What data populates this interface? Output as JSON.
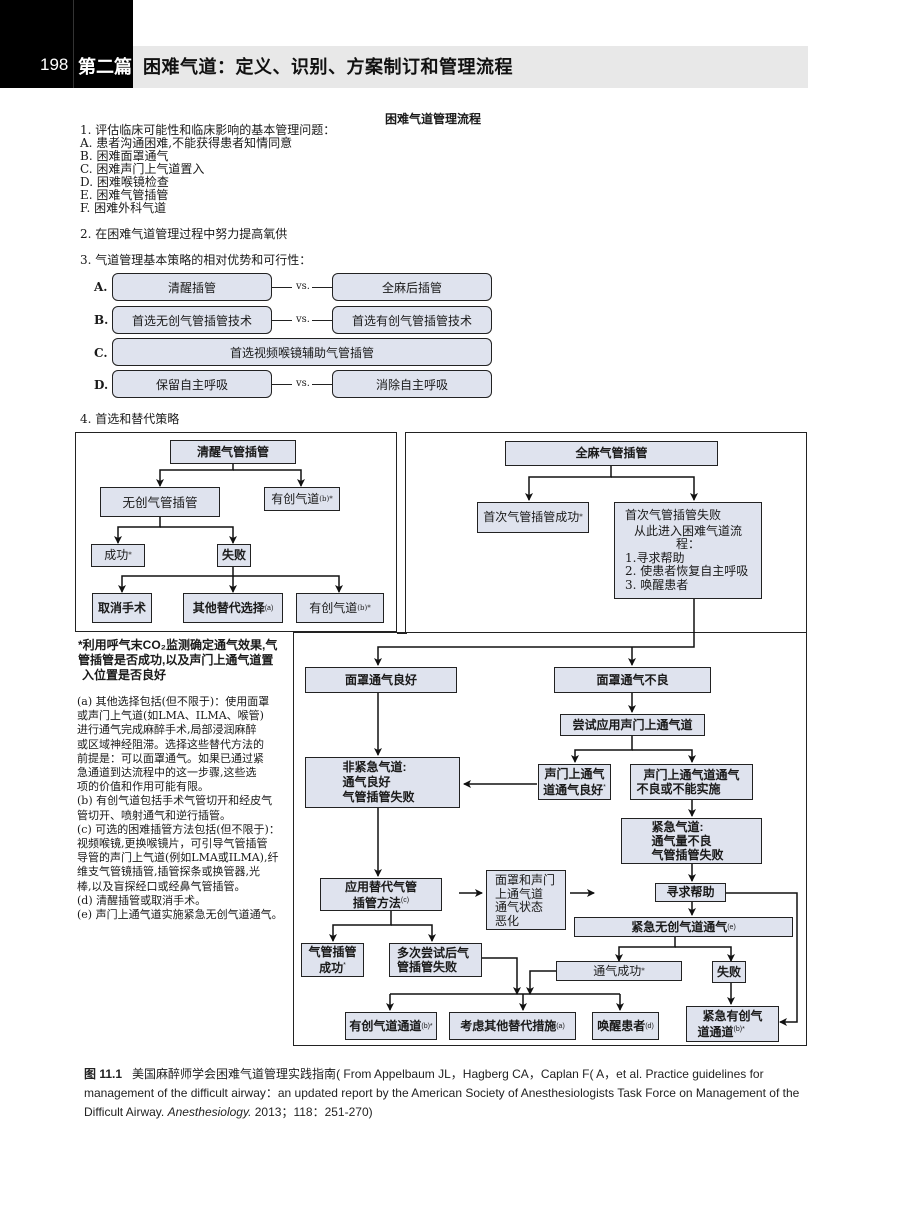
{
  "header": {
    "page_number": "198",
    "part": "第二篇",
    "chapter_title": "困难气道：定义、识别、方案制订和管理流程"
  },
  "diagram": {
    "title": "困难气道管理流程",
    "section1": {
      "heading": "1. 评估临床可能性和临床影响的基本管理问题：",
      "items": [
        "A. 患者沟通困难,不能获得患者知情同意",
        "B. 困难面罩通气",
        "C. 困难声门上气道置入",
        "D. 困难喉镜检查",
        "E. 困难气管插管",
        "F. 困难外科气道"
      ]
    },
    "section2": {
      "heading": "2. 在困难气道管理过程中努力提高氧供"
    },
    "section3": {
      "heading": "3. 气道管理基本策略的相对优势和可行性：",
      "vs_label": "vs.",
      "rows": [
        {
          "letter": "A.",
          "left": "清醒插管",
          "right": "全麻后插管"
        },
        {
          "letter": "B.",
          "left": "首选无创气管插管技术",
          "right": "首选有创气管插管技术"
        },
        {
          "letter": "C.",
          "single": "首选视频喉镜辅助气管插管"
        },
        {
          "letter": "D.",
          "left": "保留自主呼吸",
          "right": "消除自主呼吸"
        }
      ]
    },
    "section4": {
      "heading": "4. 首选和替代策略"
    },
    "awake": {
      "root": "清醒气管插管",
      "noninvasive": "无创气管插管",
      "invasive_top": "有创气道",
      "invasive_top_sup": "(b)*",
      "success": "成功",
      "success_sup": "*",
      "fail": "失败",
      "cancel": "取消手术",
      "other": "其他替代选择",
      "other_sup": "(a)",
      "invasive_bottom": "有创气道",
      "invasive_bottom_sup": "(b)*"
    },
    "notes": {
      "star_note_lines": [
        "*利用呼气末CO₂监测确定通气效果,气",
        "管插管是否成功,以及声门上通气道置",
        "入位置是否良好"
      ],
      "lines": [
        "(a) 其他选择包括(但不限于)：使用面罩",
        "或声门上气道(如LMA、ILMA、喉管)",
        "进行通气完成麻醉手术,局部浸润麻醉",
        "或区域神经阻滞。选择这些替代方法的",
        "前提是：可以面罩通气。如果已通过紧",
        "急通道到达流程中的这一步骤,这些选",
        "项的价值和作用可能有限。",
        "(b) 有创气道包括手术气管切开和经皮气",
        "管切开、喷射通气和逆行插管。",
        "(c) 可选的困难插管方法包括(但不限于)：",
        "视频喉镜,更换喉镜片，可引导气管插管",
        "导管的声门上气道(例如LMA或ILMA),纤",
        "维支气管镜插管,插管探条或换管器,光",
        "棒,以及盲探经口或经鼻气管插管。",
        "(d) 清醒插管或取消手术。",
        "(e) 声门上通气道实施紧急无创气道通气。"
      ]
    },
    "ga": {
      "root": "全麻气管插管",
      "first_success": "首次气管插管成功",
      "first_success_sup": "*",
      "first_fail_lines": [
        "首次气管插管失败",
        "",
        "从此进入困难气道流程：",
        "1.寻求帮助",
        "2. 使患者恢复自主呼吸",
        "3. 唤醒患者"
      ],
      "mask_good": "面罩通气良好",
      "mask_poor": "面罩通气不良",
      "try_sga": "尝试应用声门上通气道",
      "sga_good_lines": [
        "声门上通气",
        "道通气良好"
      ],
      "sga_good_sup": "*",
      "sga_poor_lines": [
        "声门上通气道通气",
        "不良或不能实施"
      ],
      "nonemergency_lines": [
        "非紧急气道:",
        "通气良好",
        "气管插管失败"
      ],
      "emergency_lines": [
        "紧急气道:",
        "通气量不良",
        "气管插管失败"
      ],
      "alt_intubation_lines": [
        "应用替代气管",
        "插管方法"
      ],
      "alt_intubation_sup": "(c)",
      "deteriorate_lines": [
        "面罩和声门",
        "上通气道",
        "通气状态",
        "恶化"
      ],
      "call_help": "寻求帮助",
      "emergency_noninvasive": "紧急无创气道通气",
      "emergency_noninvasive_sup": "(e)",
      "intubation_success_lines": [
        "气管插管",
        "成功"
      ],
      "intubation_success_sup": "*",
      "multi_fail_lines": [
        "多次尝试后气",
        "管插管失败"
      ],
      "vent_success": "通气成功",
      "vent_success_sup": "*",
      "fail": "失败",
      "invasive_access": "有创气道通道",
      "invasive_access_sup": "(b)*",
      "consider_other": "考虑其他替代措施",
      "consider_other_sup": "(a)",
      "awaken": "唤醒患者",
      "awaken_sup": "(d)",
      "emergency_invasive_lines": [
        "紧急有创气",
        "道通道"
      ],
      "emergency_invasive_sup": "(b)*"
    }
  },
  "caption": {
    "figure_label": "图 11.1",
    "text_cn": "美国麻醉师学会困难气道管理实践指南",
    "text_ref_1": "( From Appelbaum JL，Hagberg CA，Caplan F( A，et al. Practice guidelines for management of the difficult airway：an updated report by the American Society of Anesthesiologists Task Force on Management of the Difficult Airway. ",
    "journal": "Anesthesiology.",
    "text_ref_2": " 2013；118：251-270)"
  }
}
